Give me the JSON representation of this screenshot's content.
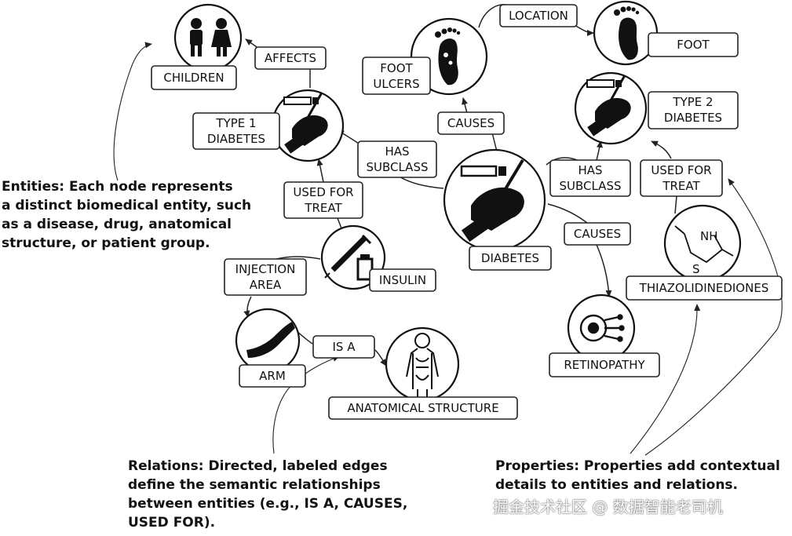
{
  "nodes": {
    "children": "CHILDREN",
    "type1_diabetes": [
      "TYPE 1",
      "DIABETES"
    ],
    "foot_ulcers": [
      "FOOT",
      "ULCERS"
    ],
    "foot": "FOOT",
    "type2_diabetes": [
      "TYPE 2",
      "DIABETES"
    ],
    "diabetes": "DIABETES",
    "insulin": "INSULIN",
    "thiazolidinediones": "THIAZOLIDINEDIONES",
    "retinopathy": "RETINOPATHY",
    "arm": "ARM",
    "anatomical_structure": "ANATOMICAL STRUCTURE"
  },
  "edges": {
    "affects": "AFFECTS",
    "location": "LOCATION",
    "causes_foot_ulcers": "CAUSES",
    "has_subclass_type1": [
      "HAS",
      "SUBCLASS"
    ],
    "has_subclass_type2": [
      "HAS",
      "SUBCLASS"
    ],
    "used_for_treat_insulin": [
      "USED FOR",
      "TREAT"
    ],
    "used_for_treat_tzd": [
      "USED FOR",
      "TREAT"
    ],
    "causes_retinopathy": "CAUSES",
    "injection_area": [
      "INJECTION",
      "AREA"
    ],
    "is_a": "IS A"
  },
  "molecule": {
    "nh": "NH",
    "s": "S"
  },
  "annotations": {
    "entities": [
      "Entities: Each node represents",
      "a distinct biomedical entity, such",
      "as a disease, drug, anatomical",
      "structure, or patient group."
    ],
    "relations": [
      "Relations: Directed, labeled edges",
      "define the semantic relationships",
      "between entities (e.g., IS A, CAUSES,",
      "USED FOR)."
    ],
    "properties": [
      "Properties: Properties add contextual",
      "details to entities and relations."
    ]
  },
  "watermark": "掘金技术社区 @ 数据智能老司机",
  "icons": {
    "children": "children-icon",
    "foot_ulcer": "foot-ulcer-icon",
    "foot": "foot-icon",
    "diabetes": "glucose-test-icon",
    "insulin": "syringe-vial-icon",
    "molecule": "thiazolidinedione-molecule-icon",
    "retinopathy": "eye-icon",
    "arm": "arm-icon",
    "anatomy": "anatomy-icon"
  }
}
